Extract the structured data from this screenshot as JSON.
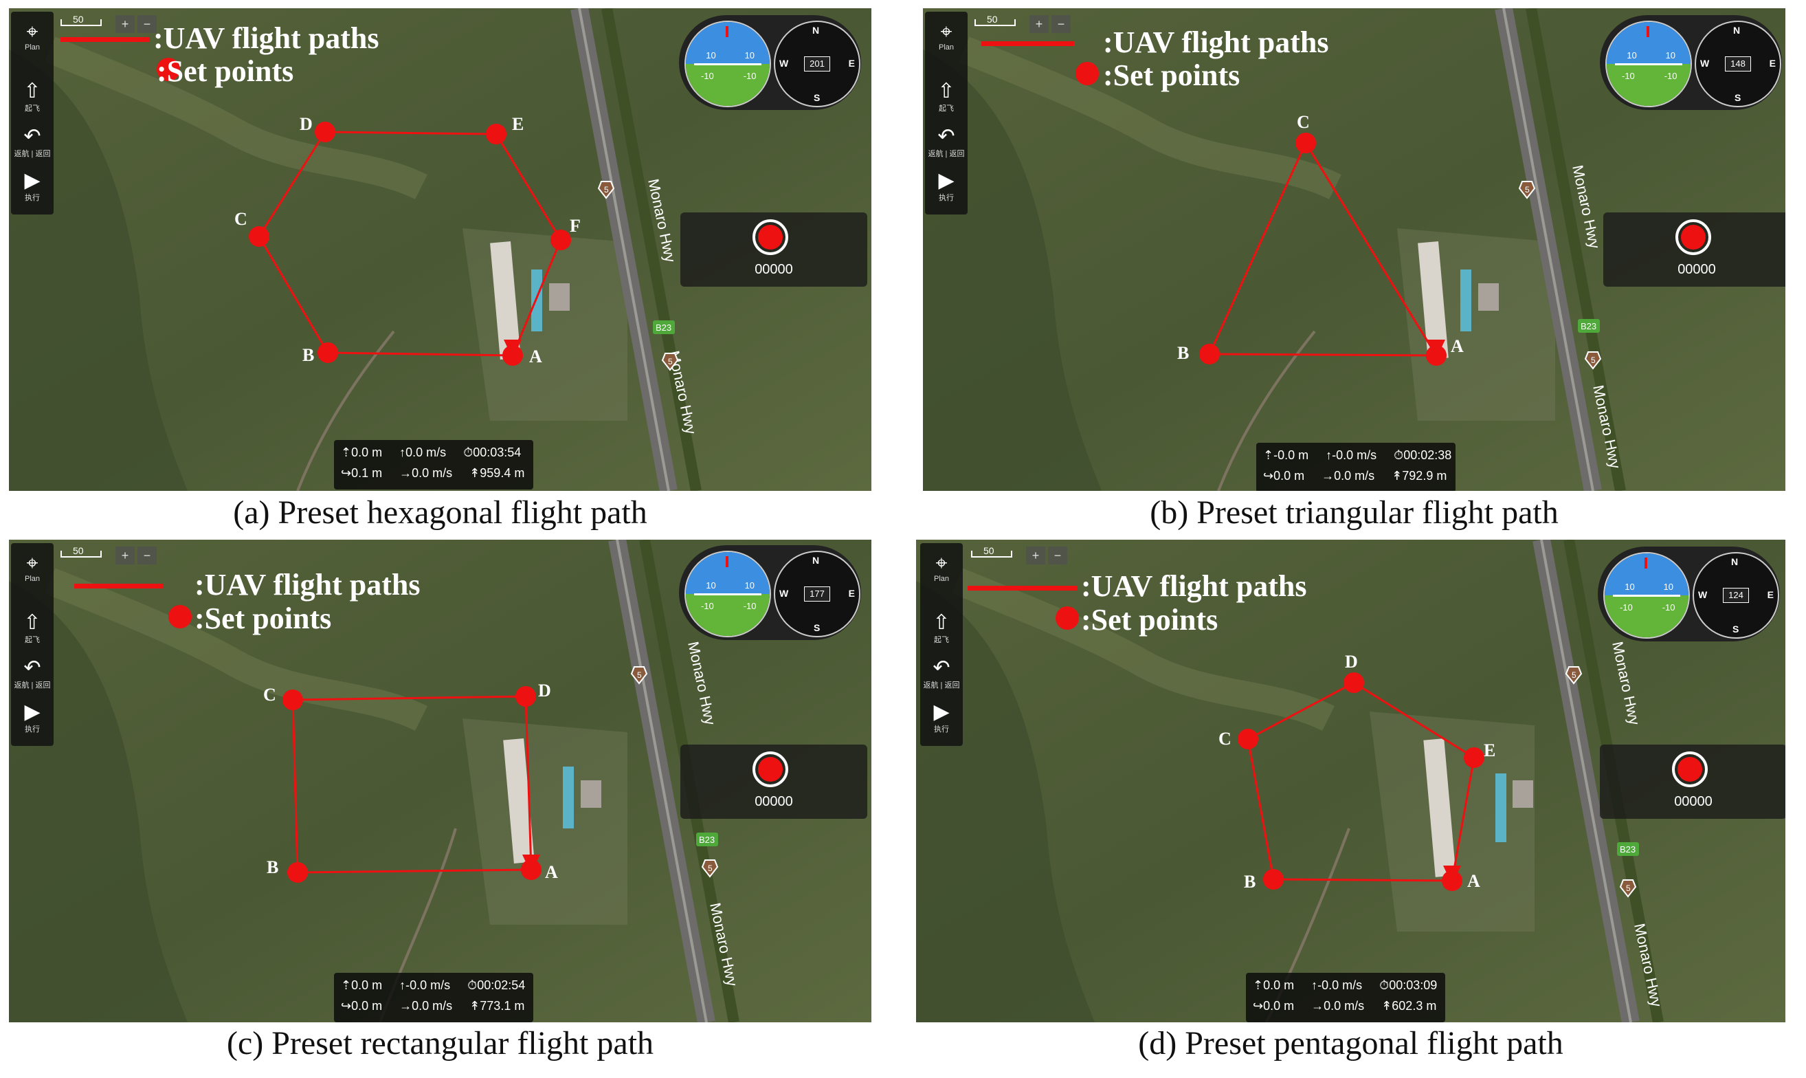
{
  "legend": {
    "path_label": ":UAV flight paths",
    "point_label": ":Set points",
    "path_color": "#ee1111"
  },
  "toolbar": {
    "plan_label": "Plan",
    "takeoff_label": "起飞",
    "return_label": "返航 | 返回",
    "execute_label": "执行",
    "icons": [
      "waypoint-plan-icon",
      "takeoff-icon",
      "return-icon",
      "play-icon"
    ]
  },
  "map": {
    "scale_label": "50",
    "road_name": "Monaro Hwy",
    "route_shield": "5",
    "route_badge": "B23"
  },
  "attitude": {
    "pitch_up": "10",
    "pitch_down": "-10"
  },
  "compass": {
    "north": "N",
    "south": "S",
    "east": "E",
    "west": "W"
  },
  "panels": [
    {
      "caption": "(a) Preset hexagonal flight path",
      "heading": "201",
      "record_count": "00000",
      "telemetry": {
        "alt": "0.0 m",
        "vspeed": "0.0 m/s",
        "time": "00:03:54",
        "dist": "0.1 m",
        "hspeed": "0.0 m/s",
        "total": "959.4 m"
      },
      "points": [
        "A",
        "B",
        "C",
        "D",
        "E",
        "F"
      ]
    },
    {
      "caption": "(b) Preset triangular flight path",
      "heading": "148",
      "record_count": "00000",
      "telemetry": {
        "alt": "-0.0 m",
        "vspeed": "-0.0 m/s",
        "time": "00:02:38",
        "dist": "0.0 m",
        "hspeed": "0.0 m/s",
        "total": "792.9 m"
      },
      "points": [
        "A",
        "B",
        "C"
      ]
    },
    {
      "caption": "(c) Preset rectangular flight path",
      "heading": "177",
      "record_count": "00000",
      "telemetry": {
        "alt": "0.0 m",
        "vspeed": "-0.0 m/s",
        "time": "00:02:54",
        "dist": "0.0 m",
        "hspeed": "0.0 m/s",
        "total": "773.1 m"
      },
      "points": [
        "A",
        "B",
        "C",
        "D"
      ]
    },
    {
      "caption": "(d) Preset pentagonal flight path",
      "heading": "124",
      "record_count": "00000",
      "telemetry": {
        "alt": "0.0 m",
        "vspeed": "-0.0 m/s",
        "time": "00:03:09",
        "dist": "0.0 m",
        "hspeed": "0.0 m/s",
        "total": "602.3 m"
      },
      "points": [
        "A",
        "B",
        "C",
        "D",
        "E"
      ]
    }
  ]
}
